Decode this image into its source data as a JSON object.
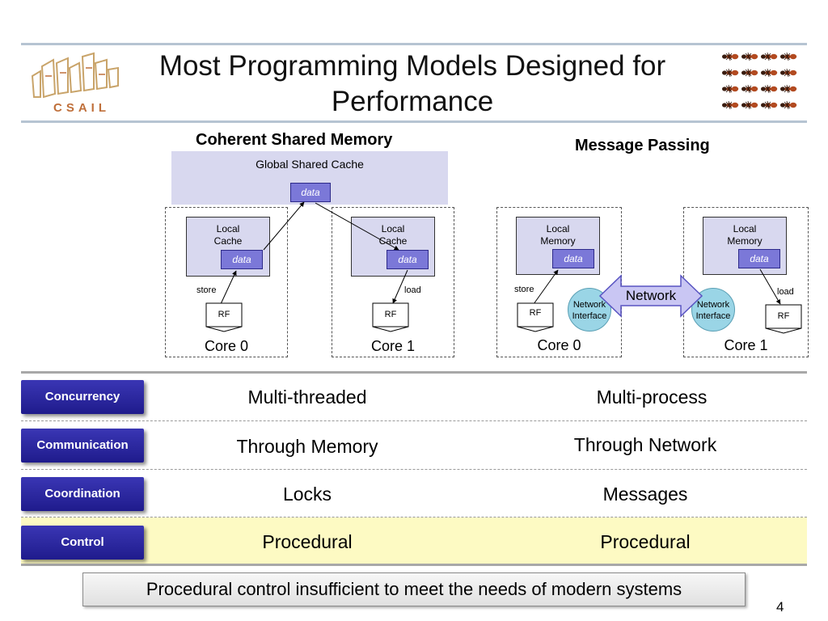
{
  "slide": {
    "title_line1": "Most Programming Models Designed for",
    "title_line2": "Performance",
    "page_number": "4"
  },
  "logo": {
    "text": "CSAIL"
  },
  "shared_memory": {
    "heading": "Coherent Shared Memory",
    "cache_label": "Global Shared Cache",
    "cache_data": "data",
    "core0": {
      "mem_line1": "Local",
      "mem_line2": "Cache",
      "data": "data",
      "op": "store",
      "rf": "RF",
      "label": "Core 0"
    },
    "core1": {
      "mem_line1": "Local",
      "mem_line2": "Cache",
      "data": "data",
      "op": "load",
      "rf": "RF",
      "label": "Core 1"
    }
  },
  "message_passing": {
    "heading": "Message Passing",
    "network_label": "Network",
    "core0": {
      "mem_line1": "Local",
      "mem_line2": "Memory",
      "data": "data",
      "op": "store",
      "rf": "RF",
      "label": "Core 0",
      "ni_line1": "Network",
      "ni_line2": "Interface"
    },
    "core1": {
      "mem_line1": "Local",
      "mem_line2": "Memory",
      "data": "data",
      "op": "load",
      "rf": "RF",
      "label": "Core 1",
      "ni_line1": "Network",
      "ni_line2": "Interface"
    }
  },
  "table": {
    "rows": [
      {
        "label": "Concurrency",
        "shared": "Multi-threaded",
        "message": "Multi-process"
      },
      {
        "label": "Communication",
        "shared": "Through Memory",
        "message": "Through Network"
      },
      {
        "label": "Coordination",
        "shared": "Locks",
        "message": "Messages"
      },
      {
        "label": "Control",
        "shared": "Procedural",
        "message": "Procedural"
      }
    ]
  },
  "footer": {
    "text": "Procedural control insufficient to meet the needs of modern systems"
  },
  "colors": {
    "accent": "#2a26a0",
    "highlight": "#fdfac3",
    "cache_fill": "#d8d8ef",
    "data_fill": "#7b78d8",
    "network_arrow": "#c9c6f3",
    "net_if_fill": "#9ad5e6"
  }
}
